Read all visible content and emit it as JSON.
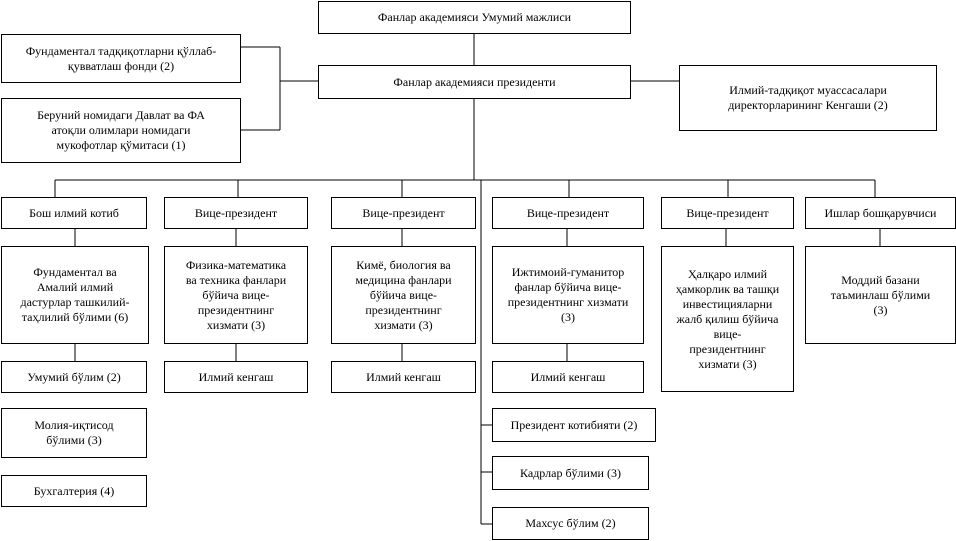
{
  "org_chart": {
    "general_assembly": "Фанлар академияси Умумий мажлиси",
    "fund": "Фундаментал тадқиқотларни қўллаб-\nқувватлаш фонди (2)",
    "beruni_committee": "Беруний номидаги Давлат ва ФА\nатоқли олимлари номидаги\nмукофотлар қўмитаси (1)",
    "president": "Фанлар академияси президенти",
    "directors_council": "Илмий-тадқиқот муассасалари\nдиректорларининг Кенгаши (2)",
    "chief_secretary": "Бош илмий котиб",
    "vp1": "Вице-президент",
    "vp2": "Вице-президент",
    "vp3": "Вице-президент",
    "vp4": "Вице-президент",
    "affairs_manager": "Ишлар бошқарувчиси",
    "fundamental_programs": "Фундаментал ва\nАмалий илмий\nдастурлар ташкилий-\nтаҳлилий бўлими (6)",
    "physmath_service": "Физика-математика\nва техника фанлари\nбўйича вице-\nпрезидентнинг\nхизмати (3)",
    "chembio_service": "Кимё, биология ва\nмедицина фанлари\nбўйича вице-\nпрезидентнинг\nхизмати (3)",
    "social_service": "Ижтимоий-гуманитор\nфанлар бўйича вице-\nпрезидентнинг хизмати\n(3)",
    "intl_service": "Ҳалқаро илмий\nҳамкорлик ва ташқи\nинвестицияларни\nжалб қилиш бўйича\nвице-\nпрезидентнинг\nхизмати (3)",
    "material_base": "Моддий базани\nтаъминлаш бўлими\n(3)",
    "general_dept": "Умумий бўлим (2)",
    "council1": "Илмий кенгаш",
    "council2": "Илмий кенгаш",
    "council3": "Илмий кенгаш",
    "finance_dept": "Молия-иқтисод\nбўлими (3)",
    "accounting": "Бухгалтерия (4)",
    "president_secretariat": "Президент котибияти (2)",
    "hr_dept": "Кадрлар бўлими (3)",
    "special_dept": "Махсус бўлим (2)"
  }
}
